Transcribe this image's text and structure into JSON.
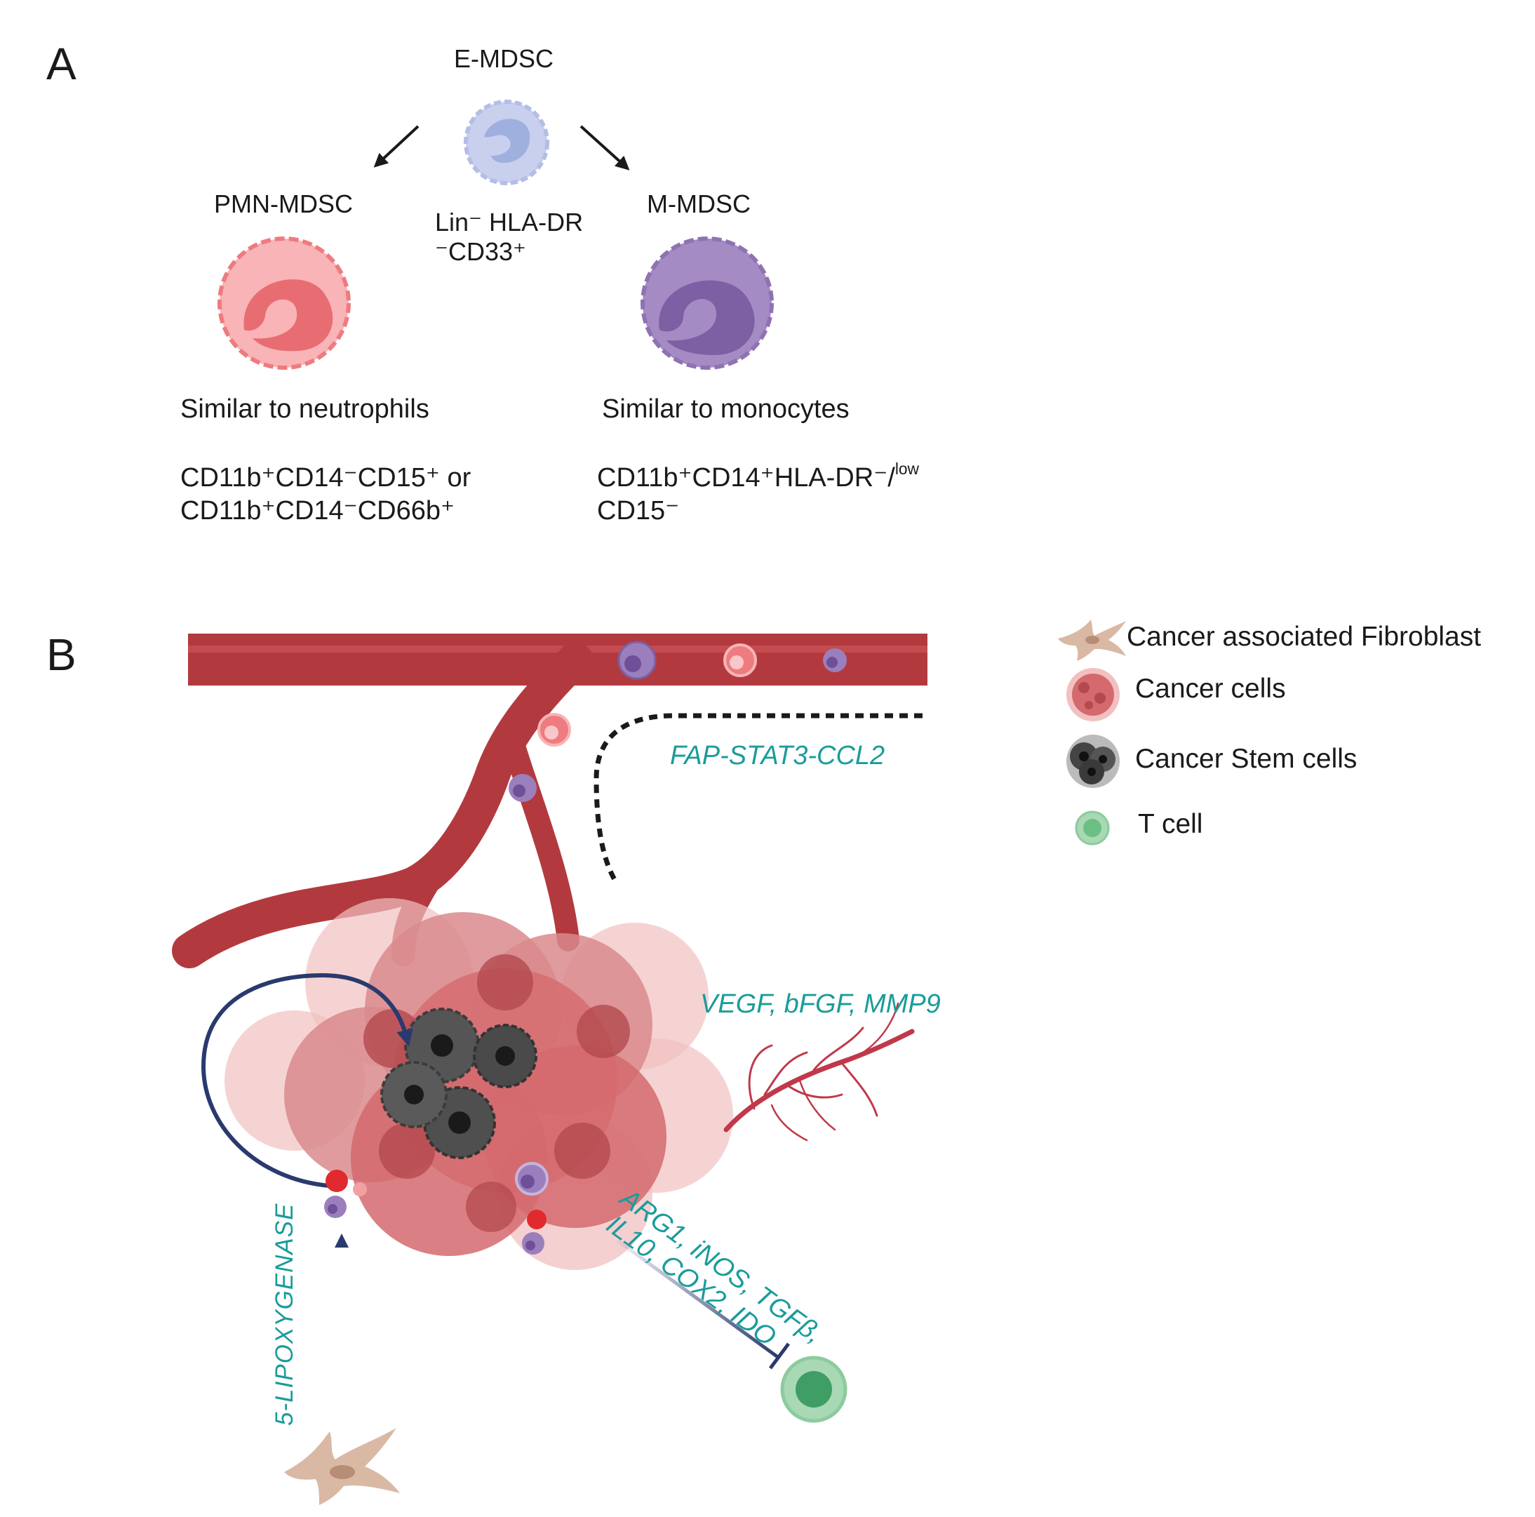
{
  "panel_a": {
    "letter": "A",
    "emdsc": {
      "name": "E-MDSC",
      "marker_line1": "Lin⁻  HLA-DR",
      "marker_line2": "⁻CD33⁺"
    },
    "pmn": {
      "name": "PMN-MDSC",
      "similarity": "Similar to neutrophils",
      "marker_line1": "CD11b⁺CD14⁻CD15⁺ or",
      "marker_line2": "CD11b⁺CD14⁻CD66b⁺"
    },
    "mmdsc": {
      "name": "M-MDSC",
      "similarity": "Similar to monocytes",
      "marker_line1_main": "CD11b⁺CD14⁺HLA-DR⁻/",
      "marker_line1_sup": "low",
      "marker_line2": "CD15⁻"
    }
  },
  "panel_b": {
    "letter": "B",
    "pathways": {
      "fap": "FAP-STAT3-CCL2",
      "angio": "VEGF, bFGF, MMP9",
      "suppress_line1": "ARG1, iNOS, TGFβ,",
      "suppress_line2": "IL10, COX2, IDO",
      "lipox": "5-LIPOXYGENASE"
    },
    "colors": {
      "vessel": "#b23a3e",
      "tumor": "#d46a6e",
      "stem": "#4a4a4a",
      "pmn": "#ee7b7f",
      "mmdsc": "#9b7fbd",
      "tcell": "#6bbf83",
      "fibroblast": "#d9b8a4",
      "arrow": "#2a3a6e",
      "teal_text": "#1a9c9a"
    }
  },
  "legend": [
    {
      "icon": "fibroblast-icon",
      "label": "Cancer associated Fibroblast"
    },
    {
      "icon": "cancer-cell-icon",
      "label": "Cancer cells"
    },
    {
      "icon": "stem-cell-icon",
      "label": "Cancer Stem cells"
    },
    {
      "icon": "t-cell-icon",
      "label": "T cell"
    }
  ]
}
